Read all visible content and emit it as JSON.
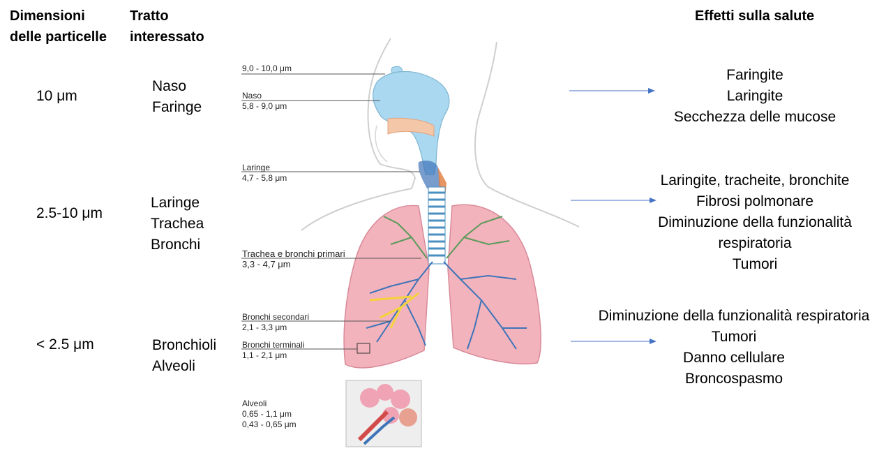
{
  "headers": {
    "size": [
      "Dimensioni",
      "delle particelle"
    ],
    "tract": [
      "Tratto",
      "interessato"
    ],
    "effects": "Effetti sulla salute"
  },
  "rows": [
    {
      "size": "10 μm",
      "tract": [
        "Naso",
        "Faringe"
      ],
      "effects": [
        "Faringite",
        "Laringite",
        "Secchezza delle mucose"
      ]
    },
    {
      "size": "2.5-10 μm",
      "tract": [
        "Laringe",
        "Trachea",
        "Bronchi"
      ],
      "effects": [
        "Laringite, tracheite, bronchite",
        "Fibrosi polmonare",
        "Diminuzione della funzionalità",
        "respiratoria",
        "Tumori"
      ]
    },
    {
      "size": "< 2.5 μm",
      "tract": [
        "Bronchioli",
        "Alveoli"
      ],
      "effects": [
        "Diminuzione della funzionalità respiratoria",
        "Tumori",
        "Danno cellulare",
        "Broncospasmo"
      ]
    }
  ],
  "labels": [
    {
      "lines": [
        "9,0 - 10,0 μm"
      ]
    },
    {
      "lines": [
        "Naso",
        "5,8 - 9,0 μm"
      ]
    },
    {
      "lines": [
        "Laringe",
        "4,7 - 5,8 μm"
      ]
    },
    {
      "lines": [
        "Trachea e bronchi primari",
        "3,3 - 4,7 μm"
      ]
    },
    {
      "lines": [
        "Bronchi secondari",
        "2,1 - 3,3 μm"
      ]
    },
    {
      "lines": [
        "Bronchi terminali",
        "1,1 - 2,1 μm"
      ]
    },
    {
      "lines": [
        "Alveoli",
        "0,65  -  1,1 μm",
        "0,43 - 0,65 μm"
      ]
    }
  ],
  "colors": {
    "arrow": "#4472c4",
    "airway": "#a9d8f0",
    "lung": "#f2b3bd",
    "bronchi": "#3f74b8",
    "bronchi_green": "#5b9a5a",
    "bronchi_yellow": "#f5d33a"
  }
}
